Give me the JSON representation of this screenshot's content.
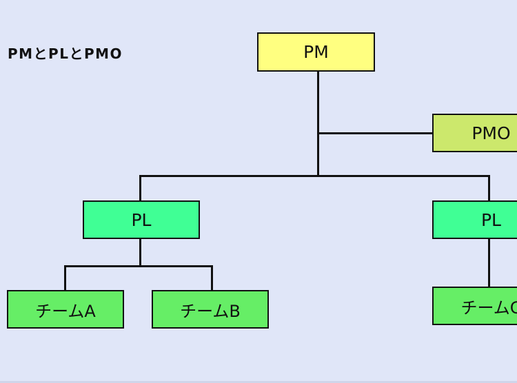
{
  "diagram": {
    "title": "PMとPLとPMO",
    "nodes": {
      "pm": {
        "label": "PM",
        "color": "#ffff80"
      },
      "pmo": {
        "label": "PMO",
        "color": "#cce86c"
      },
      "pl_left": {
        "label": "PL",
        "color": "#40ff95"
      },
      "pl_right": {
        "label": "PL",
        "color": "#40ff95"
      },
      "team_a": {
        "label": "チームA",
        "color": "#66ee66"
      },
      "team_b": {
        "label": "チームB",
        "color": "#66ee66"
      },
      "team_c": {
        "label": "チームC",
        "color": "#66ee66"
      }
    },
    "edges": [
      {
        "from": "pm",
        "to": "pmo",
        "type": "side-branch"
      },
      {
        "from": "pm",
        "to": "pl_left"
      },
      {
        "from": "pm",
        "to": "pl_right"
      },
      {
        "from": "pl_left",
        "to": "team_a"
      },
      {
        "from": "pl_left",
        "to": "team_b"
      },
      {
        "from": "pl_right",
        "to": "team_c"
      }
    ],
    "colors": {
      "background": "#e0e6f8",
      "line": "#111111",
      "text": "#111111"
    }
  }
}
